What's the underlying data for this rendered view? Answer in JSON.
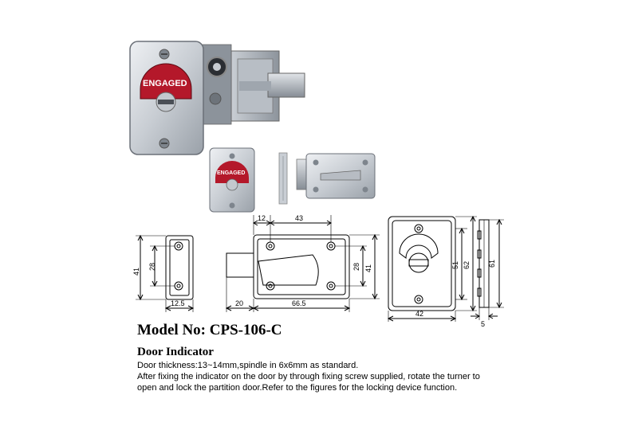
{
  "product": {
    "model_label": "Model No: CPS-106-C",
    "section_title": "Door Indicator",
    "description_lines": [
      "Door thickness:13~14mm,spindle in 6x6mm as standard.",
      "After fixing the indicator on the door by through fixing screw supplied, rotate the turner to",
      "open and lock the partition door.Refer to the figures for the locking device function."
    ]
  },
  "photo": {
    "indicator_text": "ENGAGED"
  },
  "dimensions": {
    "indicator_view": {
      "height": "41",
      "hole_spacing": "28",
      "width": "12.5"
    },
    "lock_view": {
      "hole_offset": "12",
      "top_span": "43",
      "hole_spacing": "28",
      "height": "41",
      "bolt_length": "20",
      "body_length": "66.5"
    },
    "front_view": {
      "inner_height": "51",
      "outer_height": "62",
      "width": "42"
    },
    "side_view": {
      "height": "61",
      "thickness": "5"
    }
  },
  "colors": {
    "metal_light": "#d9dde2",
    "metal_mid": "#a7adb5",
    "metal_dark": "#5f656d",
    "indicator_red": "#b4182a"
  }
}
